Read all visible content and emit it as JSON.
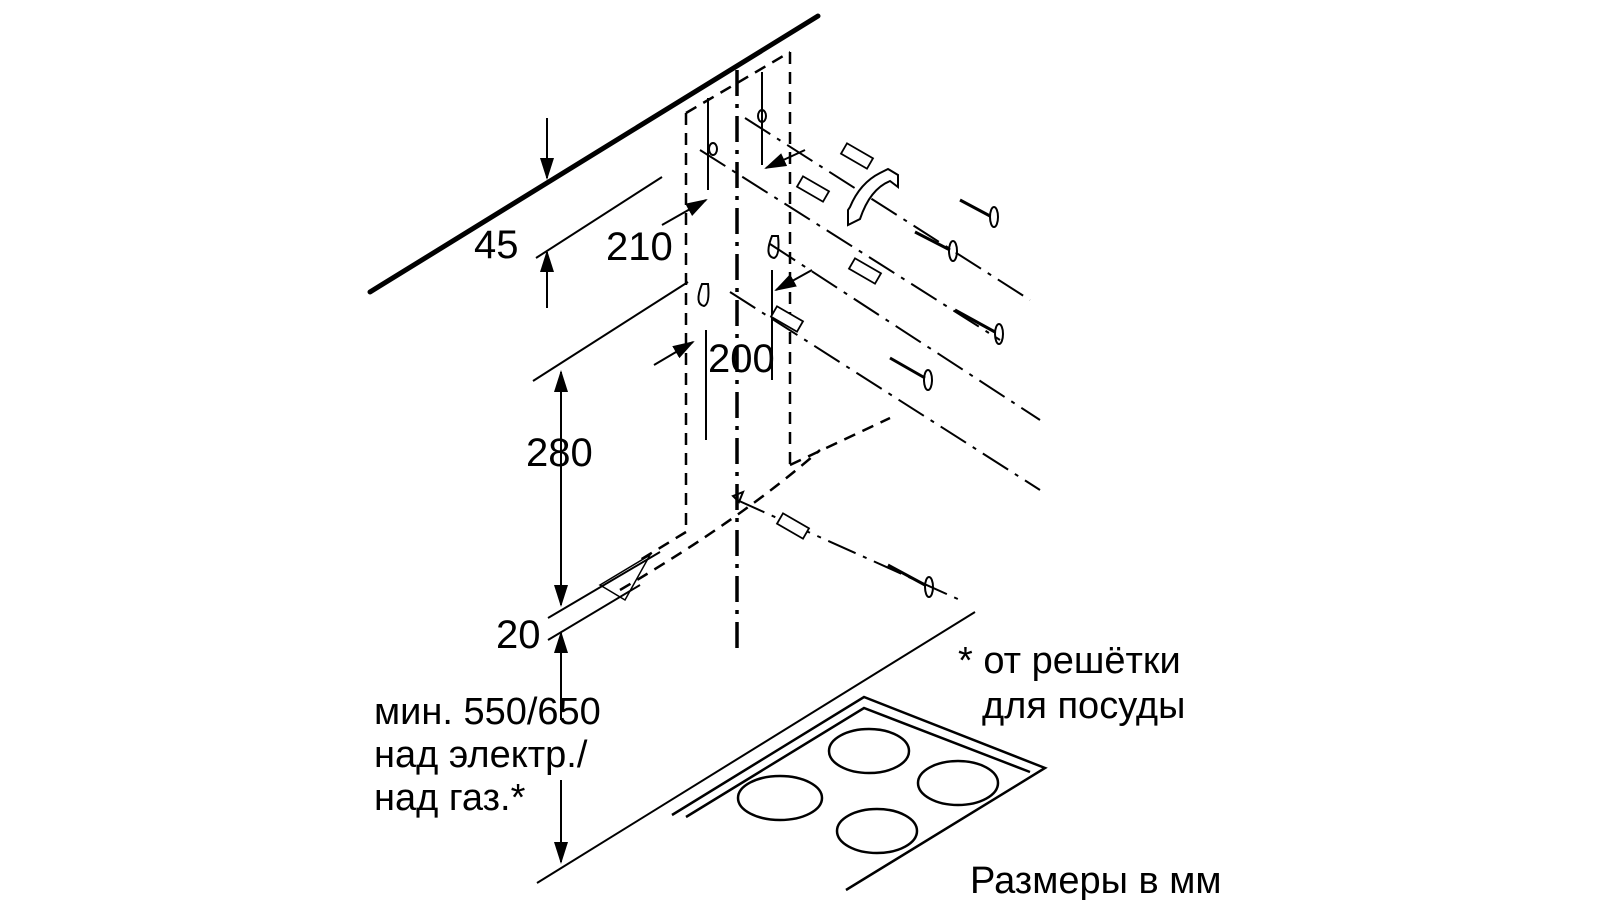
{
  "dimensions": {
    "d45": "45",
    "d210": "210",
    "d200": "200",
    "d280": "280",
    "d20": "20"
  },
  "min_height_note": {
    "line1": "мин. 550/650",
    "line2": "над электр./",
    "line3": "над газ.*"
  },
  "footnote": {
    "line1": "* от решётки",
    "line2": "для посуды"
  },
  "units_note": "Размеры в мм"
}
